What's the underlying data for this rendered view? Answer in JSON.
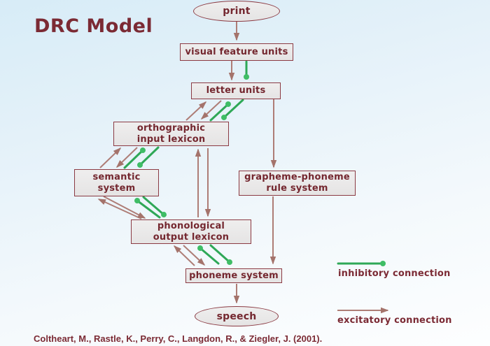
{
  "title": "DRC Model",
  "citation": "Coltheart, M., Rastle, K., Perry, C., Langdon, R., & Ziegler, J. (2001).",
  "nodes": {
    "print": "print",
    "visual_feature_units": "visual feature units",
    "letter_units": "letter units",
    "orthographic_input_lexicon": "orthographic\ninput lexicon",
    "semantic_system": "semantic\nsystem",
    "grapheme_phoneme_rule_system": "grapheme-phoneme\nrule system",
    "phonological_output_lexicon": "phonological\noutput lexicon",
    "phoneme_system": "phoneme system",
    "speech": "speech"
  },
  "legend": {
    "inhibitory_label": "inhibitory connection",
    "excitatory_label": "excitatory connection"
  },
  "colors": {
    "title_text": "#7b2a34",
    "node_border": "#8b3a43",
    "node_fill": "#ebeaea",
    "node_text": "#74272f",
    "excitatory": "#ae7d76",
    "inhibitory": "#2fa857",
    "inhibitory_dot": "#3fbd66",
    "background_top": "#d7ecf7",
    "background_bottom": "#fdfeff"
  },
  "connections": [
    {
      "from": "print",
      "to": "visual_feature_units",
      "type": "excitatory"
    },
    {
      "from": "visual_feature_units",
      "to": "letter_units",
      "type": "excitatory"
    },
    {
      "from": "visual_feature_units",
      "to": "letter_units",
      "type": "inhibitory"
    },
    {
      "from": "orthographic_input_lexicon",
      "to": "letter_units",
      "type": "excitatory"
    },
    {
      "from": "letter_units",
      "to": "orthographic_input_lexicon",
      "type": "excitatory"
    },
    {
      "from": "orthographic_input_lexicon",
      "to": "letter_units",
      "type": "inhibitory"
    },
    {
      "from": "letter_units",
      "to": "orthographic_input_lexicon",
      "type": "inhibitory"
    },
    {
      "from": "semantic_system",
      "to": "orthographic_input_lexicon",
      "type": "excitatory"
    },
    {
      "from": "orthographic_input_lexicon",
      "to": "semantic_system",
      "type": "excitatory"
    },
    {
      "from": "semantic_system",
      "to": "orthographic_input_lexicon",
      "type": "inhibitory"
    },
    {
      "from": "orthographic_input_lexicon",
      "to": "semantic_system",
      "type": "inhibitory"
    },
    {
      "from": "phonological_output_lexicon",
      "to": "semantic_system",
      "type": "excitatory"
    },
    {
      "from": "semantic_system",
      "to": "phonological_output_lexicon",
      "type": "excitatory"
    },
    {
      "from": "phonological_output_lexicon",
      "to": "semantic_system",
      "type": "inhibitory"
    },
    {
      "from": "semantic_system",
      "to": "phonological_output_lexicon",
      "type": "inhibitory"
    },
    {
      "from": "phonological_output_lexicon",
      "to": "orthographic_input_lexicon",
      "type": "excitatory"
    },
    {
      "from": "orthographic_input_lexicon",
      "to": "phonological_output_lexicon",
      "type": "excitatory"
    },
    {
      "from": "letter_units",
      "to": "grapheme_phoneme_rule_system",
      "type": "excitatory"
    },
    {
      "from": "grapheme_phoneme_rule_system",
      "to": "phoneme_system",
      "type": "excitatory"
    },
    {
      "from": "phoneme_system",
      "to": "phonological_output_lexicon",
      "type": "excitatory"
    },
    {
      "from": "phonological_output_lexicon",
      "to": "phoneme_system",
      "type": "excitatory"
    },
    {
      "from": "phonological_output_lexicon",
      "to": "phoneme_system",
      "type": "inhibitory"
    },
    {
      "from": "phoneme_system",
      "to": "phonological_output_lexicon",
      "type": "inhibitory"
    },
    {
      "from": "phoneme_system",
      "to": "speech",
      "type": "excitatory"
    }
  ]
}
